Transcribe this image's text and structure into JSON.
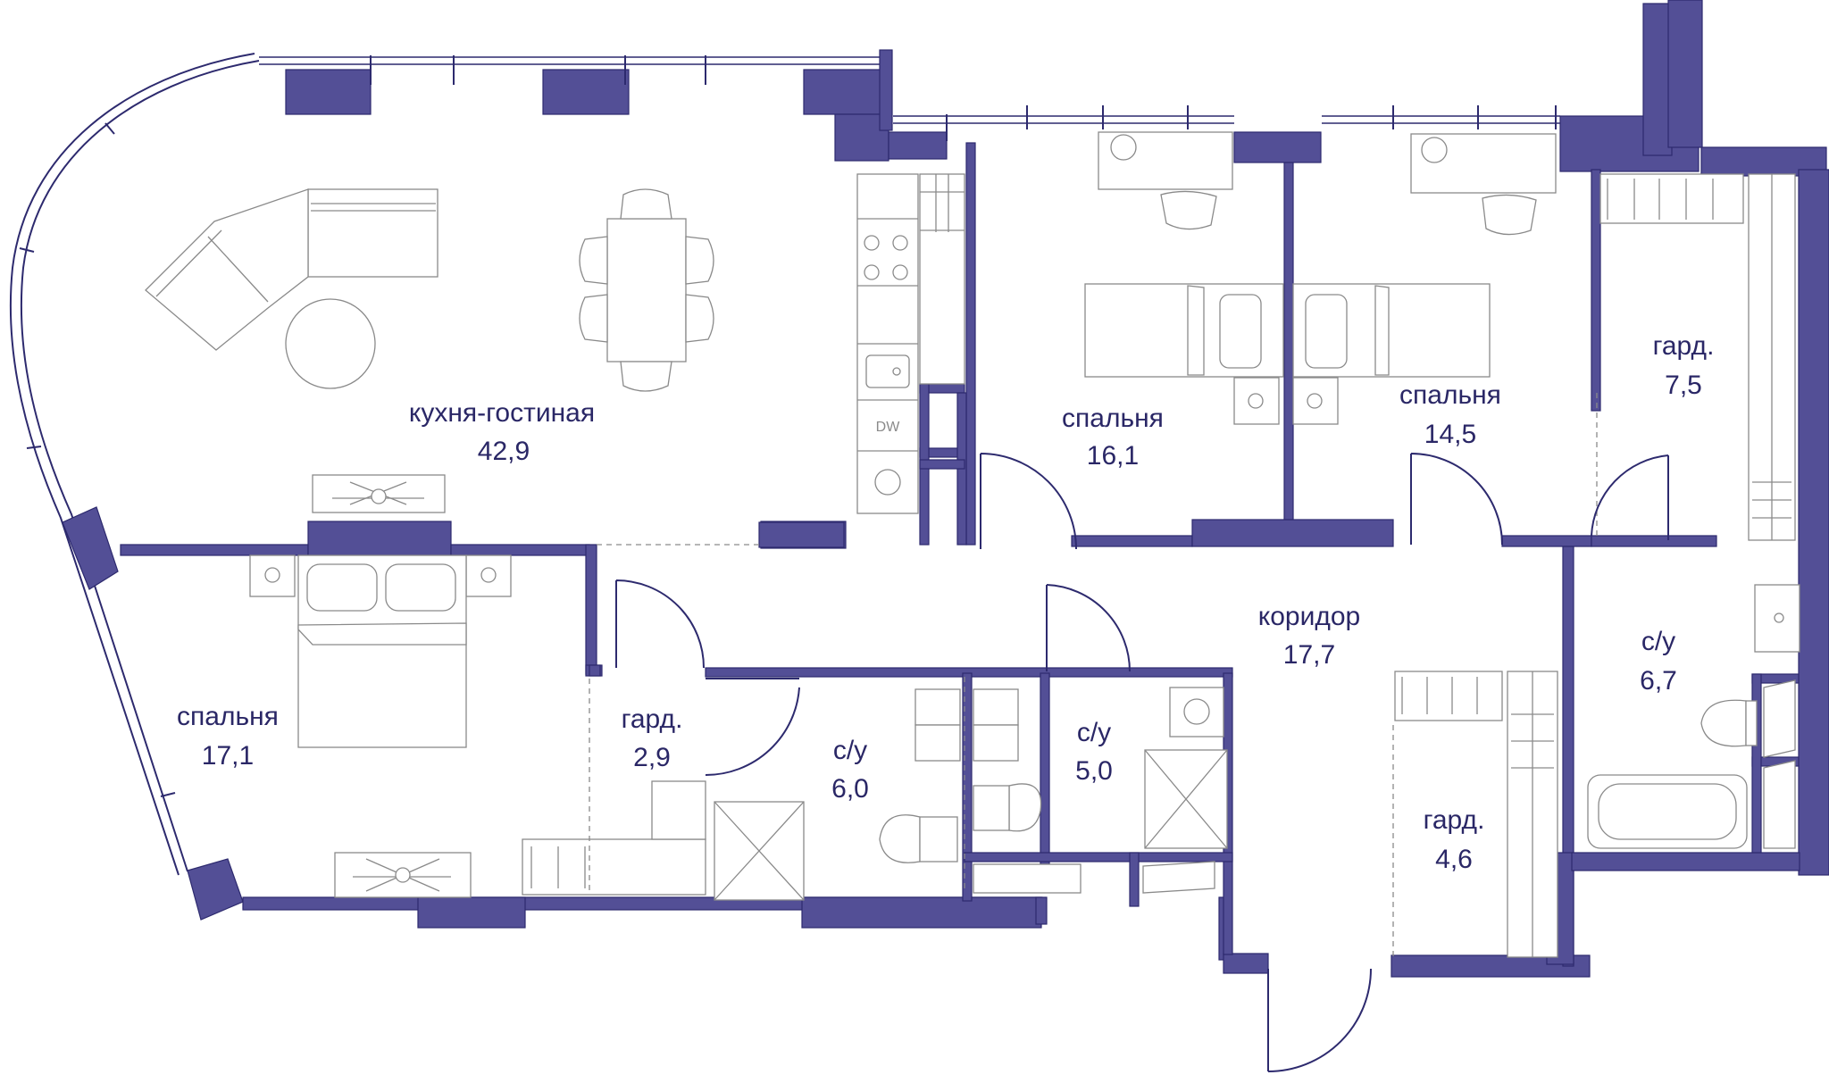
{
  "rooms": [
    {
      "name": "кухня-гостиная",
      "area": "42,9"
    },
    {
      "name": "спальня",
      "area": "16,1"
    },
    {
      "name": "спальня",
      "area": "14,5"
    },
    {
      "name": "гард.",
      "area": "7,5"
    },
    {
      "name": "спальня",
      "area": "17,1"
    },
    {
      "name": "гард.",
      "area": "2,9"
    },
    {
      "name": "с/у",
      "area": "6,0"
    },
    {
      "name": "с/у",
      "area": "5,0"
    },
    {
      "name": "коридор",
      "area": "17,7"
    },
    {
      "name": "с/у",
      "area": "6,7"
    },
    {
      "name": "гард.",
      "area": "4,6"
    }
  ],
  "appliance_label": "DW",
  "colors": {
    "wall": "#534f96",
    "text": "#2a2766",
    "furniture": "#8a8a8a"
  }
}
